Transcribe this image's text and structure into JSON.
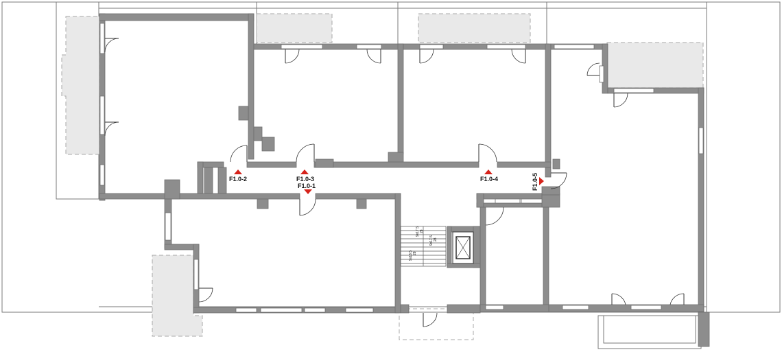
{
  "doors": [
    {
      "label": "F1.0-2"
    },
    {
      "label": "F1.0-3"
    },
    {
      "label": "F1.0-1"
    },
    {
      "label": "F1.0-4"
    },
    {
      "label": "F1.0-5"
    }
  ],
  "stairs": [
    {
      "text": "9x18.5"
    },
    {
      "text": "28"
    },
    {
      "text": "9x17.5"
    },
    {
      "text": "28"
    },
    {
      "text": "9x17.5"
    },
    {
      "text": "28"
    }
  ],
  "colors": {
    "wall": "#8d8d8d",
    "marker": "#d6231b",
    "hatch": "#e9e9e9"
  }
}
